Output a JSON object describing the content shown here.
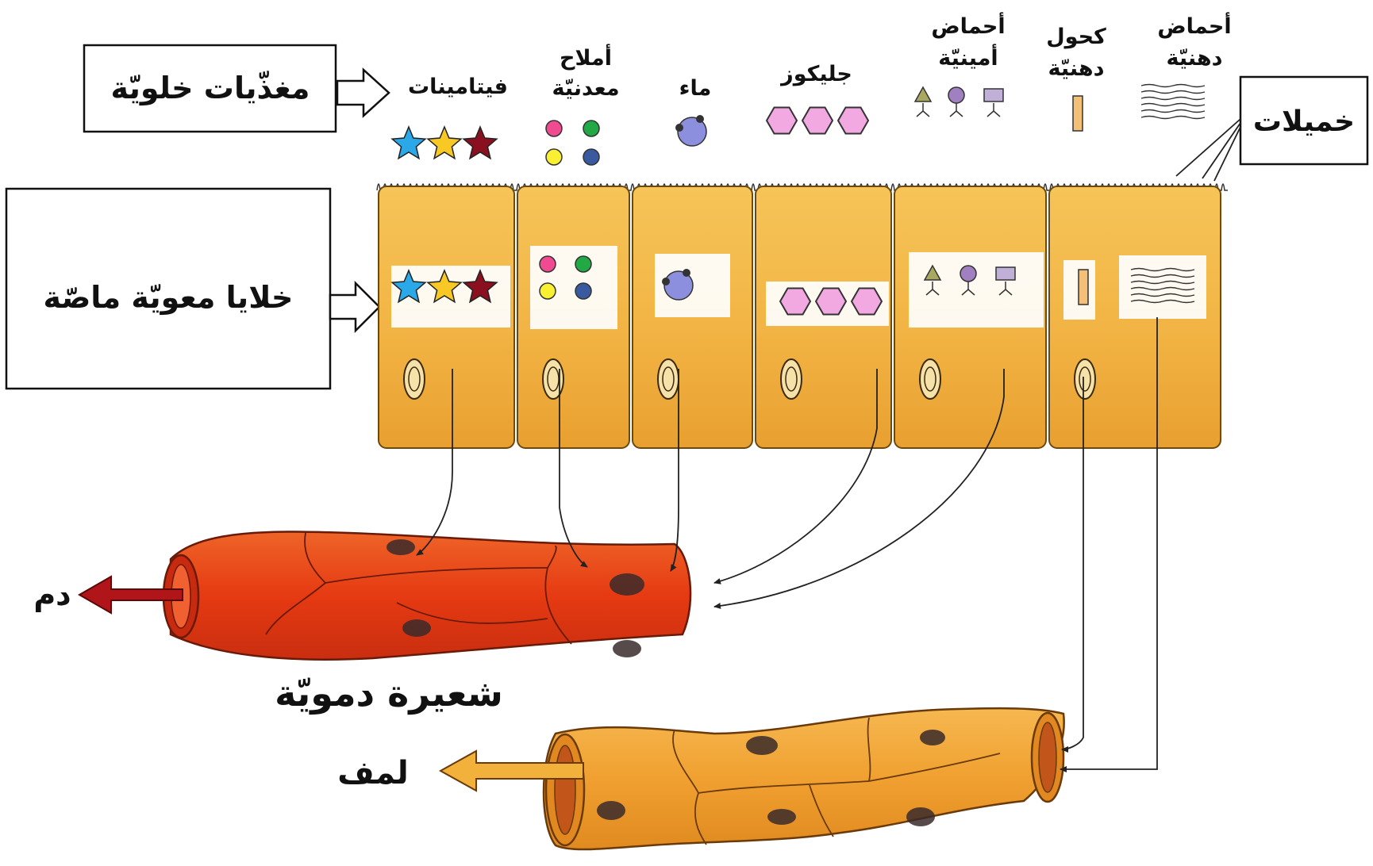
{
  "boxes": {
    "nutrients": "مغذّيات خلويّة",
    "absorptive_cells": "خلايا معويّة ماصّة",
    "villi": "خميلات"
  },
  "nutrients": {
    "vitamins": "فيتامينات",
    "minerals_line1": "أملاح",
    "minerals_line2": "معدنيّة",
    "water": "ماء",
    "glucose": "جليكوز",
    "amino_line1": "أحماض",
    "amino_line2": "أمينيّة",
    "glycerol_line1": "كحول",
    "glycerol_line2": "دهنيّة",
    "fatty_line1": "أحماض",
    "fatty_line2": "دهنيّة"
  },
  "vessels": {
    "blood_capillary": "شعيرة دمويّة",
    "blood": "دم",
    "lymph": "لمف"
  },
  "colors": {
    "cell_fill": "#f2b64a",
    "cell_shade": "#e59a26",
    "capillary": "#e2441a",
    "lymph_vessel": "#f0a43a",
    "blood_arrow": "#b0151a",
    "lymph_arrow": "#f2b13a"
  },
  "icons": [
    "star-icon",
    "mineral-dot-icon",
    "water-molecule-icon",
    "hexagon-icon",
    "amino-acid-icon",
    "glycerol-bar-icon",
    "fatty-acid-lines-icon"
  ]
}
